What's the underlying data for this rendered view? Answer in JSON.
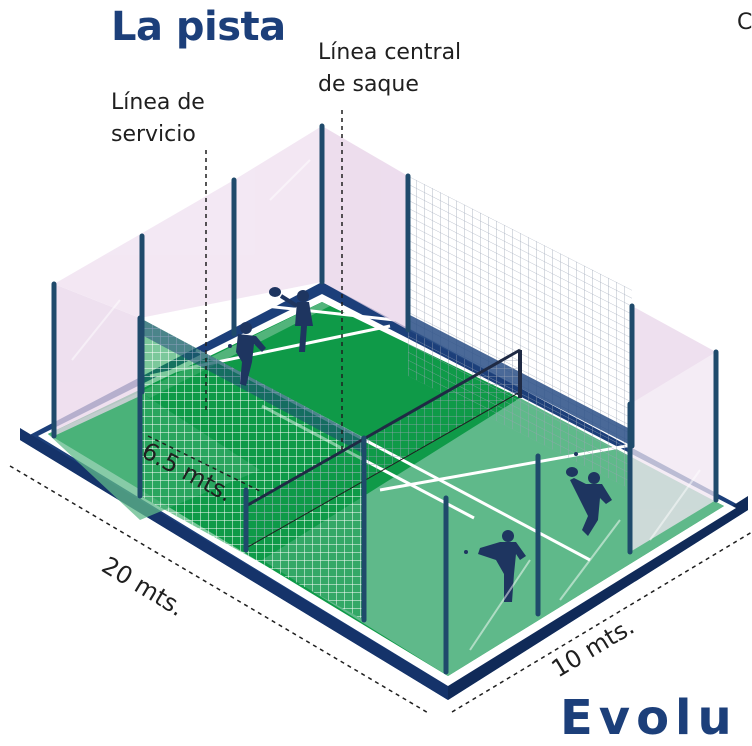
{
  "title": "La pista",
  "labels": {
    "service_line": [
      "Línea de",
      "servicio"
    ],
    "center_line": [
      "Línea central",
      "de saque"
    ]
  },
  "dimensions": {
    "length": "20 mts.",
    "width": "10 mts.",
    "glass": "6.5 mts."
  },
  "partial_text": {
    "top_right": "C",
    "bottom_right": "Evolu"
  },
  "colors": {
    "turf": "#0f9a48",
    "turf_light": "#5fb98a",
    "border": "#1c3f7a",
    "post": "#1f4a6b",
    "glass": "#e9d6ea",
    "player": "#1e3560"
  },
  "icons": [
    "player-silhouette-icon",
    "racket-icon",
    "ball-icon"
  ]
}
